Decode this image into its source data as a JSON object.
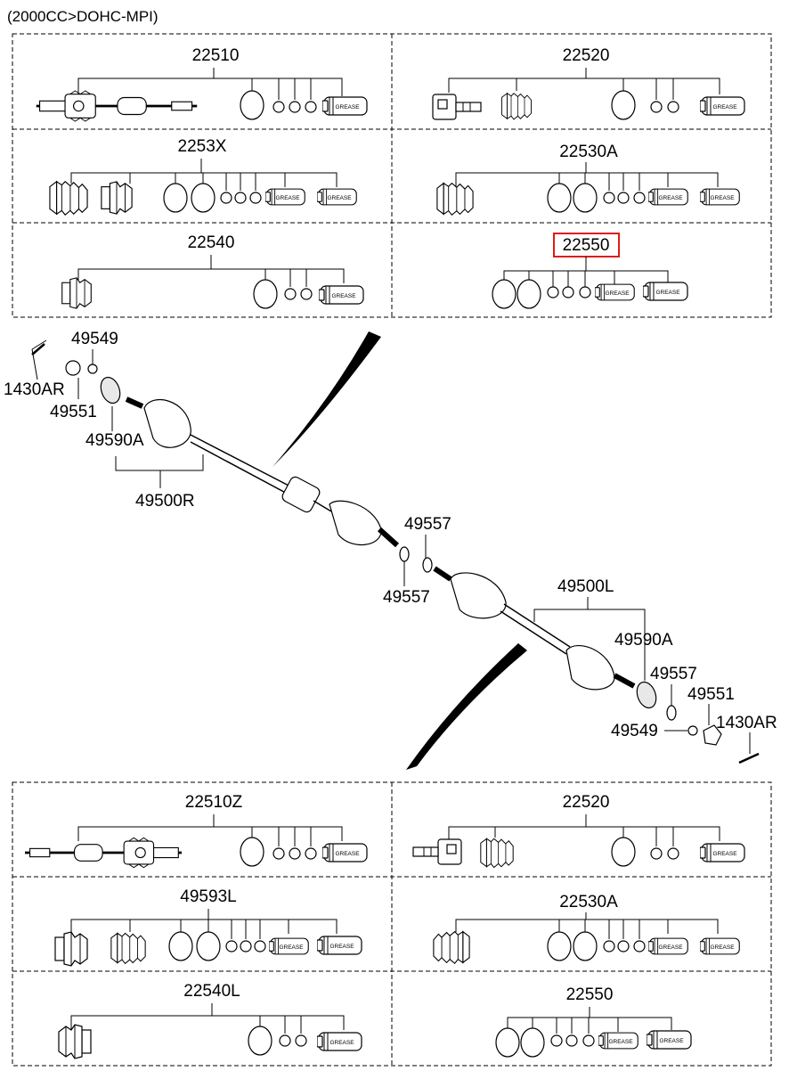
{
  "header": "(2000CC>DOHC-MPI)",
  "colors": {
    "selection": "#e01a1a"
  },
  "grease_label": "GREASE",
  "kit_groups": [
    {
      "id": "top",
      "cells": [
        {
          "label": "22510",
          "selected": false
        },
        {
          "label": "22520",
          "selected": false
        },
        {
          "label": "2253X",
          "selected": false
        },
        {
          "label": "22530A",
          "selected": false
        },
        {
          "label": "22540",
          "selected": false
        },
        {
          "label": "22550",
          "selected": true
        }
      ]
    },
    {
      "id": "bottom",
      "cells": [
        {
          "label": "22510Z",
          "selected": false
        },
        {
          "label": "22520",
          "selected": false
        },
        {
          "label": "49593L",
          "selected": false
        },
        {
          "label": "22530A",
          "selected": false
        },
        {
          "label": "22540L",
          "selected": false
        },
        {
          "label": "22550",
          "selected": false
        }
      ]
    }
  ],
  "callouts": {
    "c49549_r": "49549",
    "c1430AR_r": "1430AR",
    "c49551_r": "49551",
    "c49590A_r": "49590A",
    "c49500R": "49500R",
    "c49557_a": "49557",
    "c49557_b": "49557",
    "c49500L": "49500L",
    "c49590A_l": "49590A",
    "c49557_l": "49557",
    "c49551_l": "49551",
    "c1430AR_l": "1430AR",
    "c49549_l": "49549"
  }
}
